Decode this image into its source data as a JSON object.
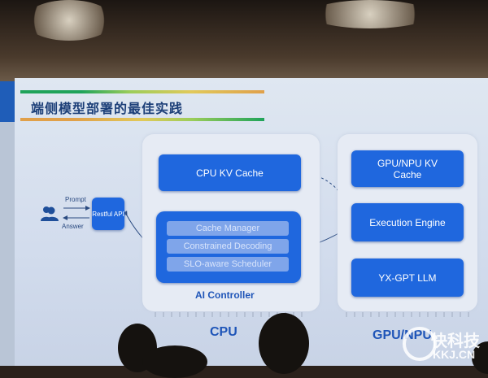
{
  "slide": {
    "title": "端侧模型部署的最佳实践"
  },
  "diagram": {
    "user": {
      "prompt": "Prompt",
      "answer": "Answer"
    },
    "restful_api": "Restful API",
    "cpu": {
      "label": "CPU",
      "kv_cache": "CPU KV Cache",
      "controller": {
        "label": "AI Controller",
        "items": [
          "Cache Manager",
          "Constrained Decoding",
          "SLO-aware Scheduler"
        ]
      }
    },
    "gpu": {
      "label": "GPU/NPU",
      "kv_cache": "GPU/NPU KV Cache",
      "engine": "Execution Engine",
      "llm": "YX-GPT LLM"
    }
  },
  "watermark": {
    "text": "快科技",
    "domain": "KKJ.CN"
  },
  "colors": {
    "accent": "#1f67de",
    "title": "#1c3f78"
  }
}
